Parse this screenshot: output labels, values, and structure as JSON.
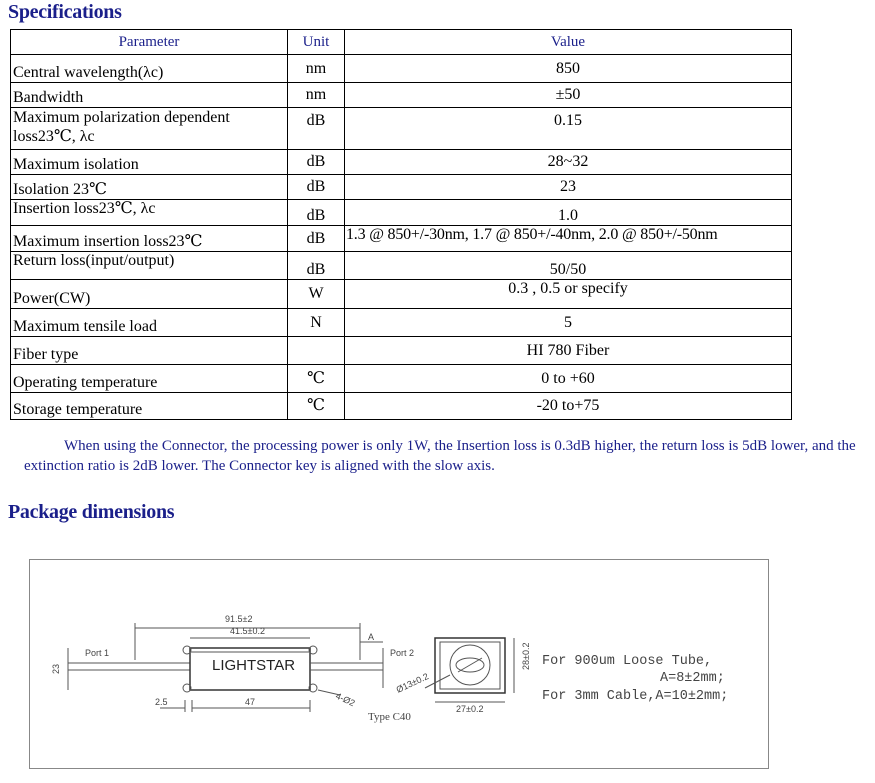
{
  "spec_heading": "Specifications",
  "table": {
    "headers": {
      "param": "Parameter",
      "unit": "Unit",
      "value": "Value"
    },
    "rows": [
      {
        "param": "Central wavelength(λc)",
        "unit": "nm",
        "value": "850"
      },
      {
        "param": "Bandwidth",
        "unit": "nm",
        "value": "±50"
      },
      {
        "param": "Maximum polarization dependent loss23℃, λc",
        "unit": "dB",
        "value": "0.15"
      },
      {
        "param": "Maximum isolation",
        "unit": "dB",
        "value": "28~32"
      },
      {
        "param": "Isolation 23℃",
        "unit": "dB",
        "value": "23"
      },
      {
        "param": "Insertion loss23℃, λc",
        "unit": "dB",
        "value": "1.0"
      },
      {
        "param": "Maximum insertion loss23℃",
        "unit": "dB",
        "value": "1.3 @ 850+/-30nm, 1.7 @ 850+/-40nm, 2.0 @ 850+/-50nm"
      },
      {
        "param": "Return loss(input/output)",
        "unit": "dB",
        "value": "50/50"
      },
      {
        "param": "Power(CW)",
        "unit": "W",
        "value": "0.3 , 0.5 or specify"
      },
      {
        "param": "Maximum tensile load",
        "unit": "N",
        "value": "5"
      },
      {
        "param": "Fiber type",
        "unit": "",
        "value": "HI 780 Fiber"
      },
      {
        "param": "Operating temperature",
        "unit": "℃",
        "value": "0 to +60"
      },
      {
        "param": "Storage temperature",
        "unit": "℃",
        "value": "-20 to+75"
      }
    ]
  },
  "note": "When using the Connector, the processing power is only 1W, the Insertion loss is 0.3dB higher, the return loss is 5dB lower, and the extinction ratio is 2dB lower. The Connector key is aligned with the slow axis.",
  "pkg_heading": "Package dimensions",
  "diagram": {
    "dim_total": "91.5±2",
    "dim_body": "41.5±0.2",
    "port1": "Port 1",
    "port2": "Port 2",
    "brand": "LIGHTSTAR",
    "dim_left": "2.5",
    "dim_47": "47",
    "dim_height": "23",
    "dim_a": "A",
    "dim_hole": "4-Ø2",
    "dim_diam": "Ø13±0.2",
    "dim_side_h": "28±0.2",
    "dim_side_w": "27±0.2",
    "type": "Type C40",
    "line1": "For 900um Loose Tube,",
    "line2": "A=8±2mm;",
    "line3": "For 3mm Cable,A=10±2mm;"
  },
  "colors": {
    "heading": "#1a1f8a",
    "note": "#1a1f8a"
  }
}
